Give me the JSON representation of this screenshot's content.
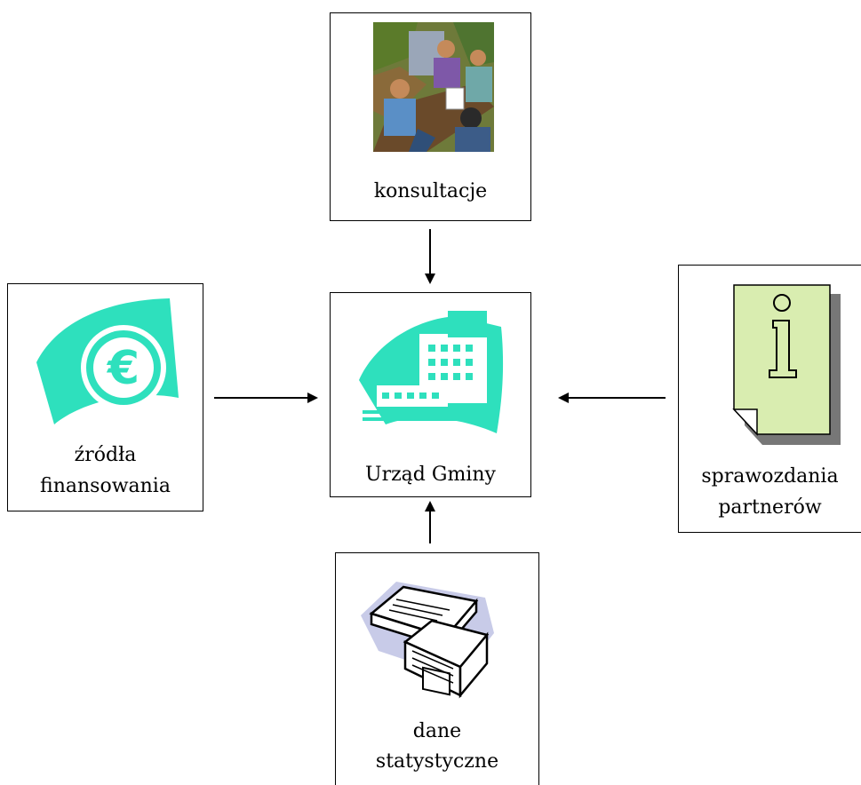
{
  "nodes": {
    "consultations": {
      "label": "konsultacje",
      "icon": "meeting-icon"
    },
    "funding": {
      "label_line1": "źródła",
      "label_line2": "finansowania",
      "icon": "euro-icon"
    },
    "office": {
      "label": "Urząd Gminy",
      "icon": "office-building-icon"
    },
    "reports": {
      "label_line1": "sprawozdania",
      "label_line2": "partnerów",
      "icon": "info-document-icon"
    },
    "statistics": {
      "label_line1": "dane",
      "label_line2": "statystyczne",
      "icon": "floppy-disks-icon"
    }
  },
  "edges": [
    {
      "from": "konsultacje",
      "to": "Urząd Gminy"
    },
    {
      "from": "źródła finansowania",
      "to": "Urząd Gminy"
    },
    {
      "from": "sprawozdania partnerów",
      "to": "Urząd Gminy"
    },
    {
      "from": "dane statystyczne",
      "to": "Urząd Gminy"
    }
  ],
  "colors": {
    "teal": "#2ee0bd",
    "note": "#d9edb0",
    "shadow": "#777777"
  }
}
